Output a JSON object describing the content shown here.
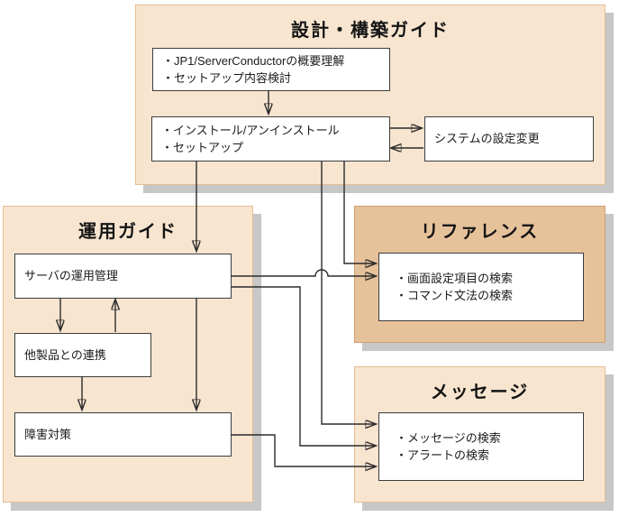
{
  "colors": {
    "panel_light": "#f8e5d0",
    "panel_light_border": "#e3bd92",
    "panel_dark": "#e6c29b",
    "panel_dark_border": "#cfa071",
    "shadow": "#c7c7c7",
    "wire": "#2b2b2b",
    "node_bg": "#ffffff",
    "node_border": "#3d3d3d",
    "text": "#1b1b1b"
  },
  "panels": {
    "design": {
      "title": "設計・構築ガイド",
      "boxes": {
        "overview": {
          "lines": [
            "・JP1/ServerConductorの概要理解",
            "・セットアップ内容検討"
          ]
        },
        "install": {
          "lines": [
            "・インストール/アンインストール",
            "・セットアップ"
          ]
        },
        "system": {
          "label": "システムの設定変更"
        }
      }
    },
    "operation": {
      "title": "運用ガイド",
      "boxes": {
        "server_mgmt": {
          "label": "サーバの運用管理"
        },
        "product_coop": {
          "label": "他製品との連携"
        },
        "failure": {
          "label": "障害対策"
        }
      }
    },
    "reference": {
      "title": "リファレンス",
      "boxes": {
        "search": {
          "lines": [
            "・画面設定項目の検索",
            "・コマンド文法の検索"
          ]
        }
      }
    },
    "message": {
      "title": "メッセージ",
      "boxes": {
        "search": {
          "lines": [
            "・メッセージの検索",
            "・アラートの検索"
          ]
        }
      }
    }
  }
}
